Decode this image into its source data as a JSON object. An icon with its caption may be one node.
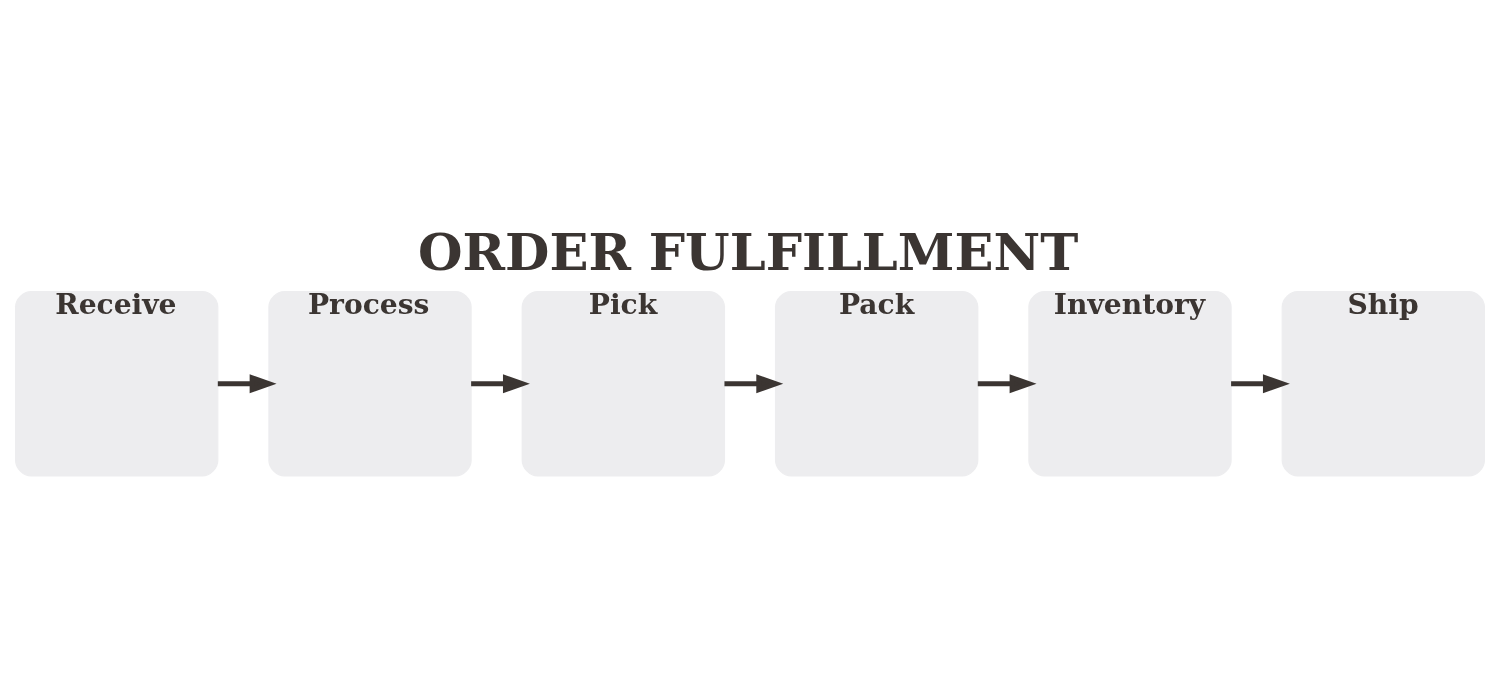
{
  "diagram": {
    "title": "ORDER FULFILLMENT",
    "nodes": [
      {
        "text": [
          "Receive"
        ]
      },
      {
        "text": [
          "Process"
        ]
      },
      {
        "text": [
          "Pick"
        ]
      },
      {
        "text": [
          "Pack"
        ]
      },
      {
        "text": [
          "Inventory"
        ]
      },
      {
        "text": [
          "Ship"
        ]
      }
    ],
    "edges": [
      {
        "from": 0,
        "to": 1,
        "arrow": "to"
      },
      {
        "from": 1,
        "to": 2,
        "arrow": "to"
      },
      {
        "from": 2,
        "to": 3,
        "arrow": "to"
      },
      {
        "from": 3,
        "to": 4,
        "arrow": "to"
      },
      {
        "from": 4,
        "to": 5,
        "arrow": "to"
      }
    ]
  }
}
